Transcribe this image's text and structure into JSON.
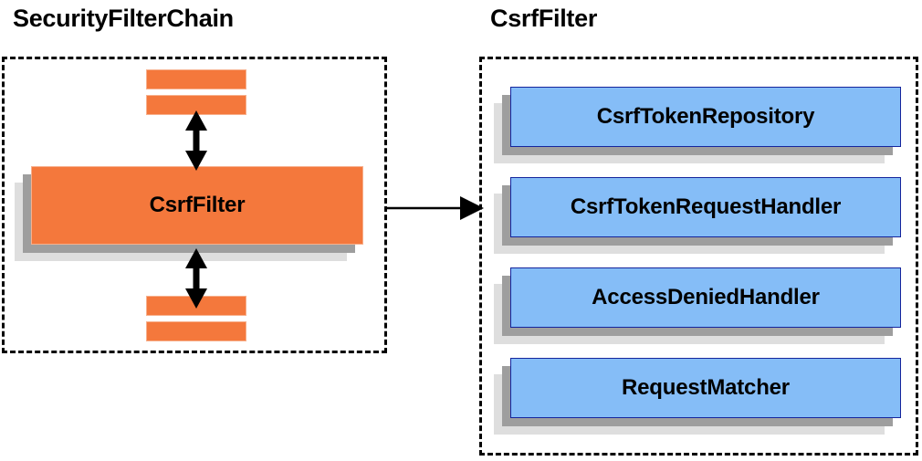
{
  "diagram": {
    "title_left": "SecurityFilterChain",
    "title_right": "CsrfFilter",
    "colors": {
      "orange_fill": "#f4783c",
      "orange_border": "#f7b08d",
      "blue_fill": "#85bdf7",
      "blue_border": "#15259c",
      "shadow_dark": "#9e9e9e",
      "shadow_light": "#dedede",
      "outline": "#000000",
      "background": "#ffffff"
    }
  },
  "chain_panel": {
    "title": "SecurityFilterChain",
    "main_node_label": "CsrfFilter",
    "filters_above": [
      "",
      ""
    ],
    "filters_below": [
      "",
      ""
    ],
    "arrow_up_name": "bidirectional-arrow-up",
    "arrow_down_name": "bidirectional-arrow-down"
  },
  "csrf_panel": {
    "title": "CsrfFilter",
    "collaborators": [
      {
        "label": "CsrfTokenRepository"
      },
      {
        "label": "CsrfTokenRequestHandler"
      },
      {
        "label": "AccessDeniedHandler"
      },
      {
        "label": "RequestMatcher"
      }
    ]
  },
  "connector": {
    "name": "chain-to-csrf-arrow",
    "direction": "right"
  }
}
